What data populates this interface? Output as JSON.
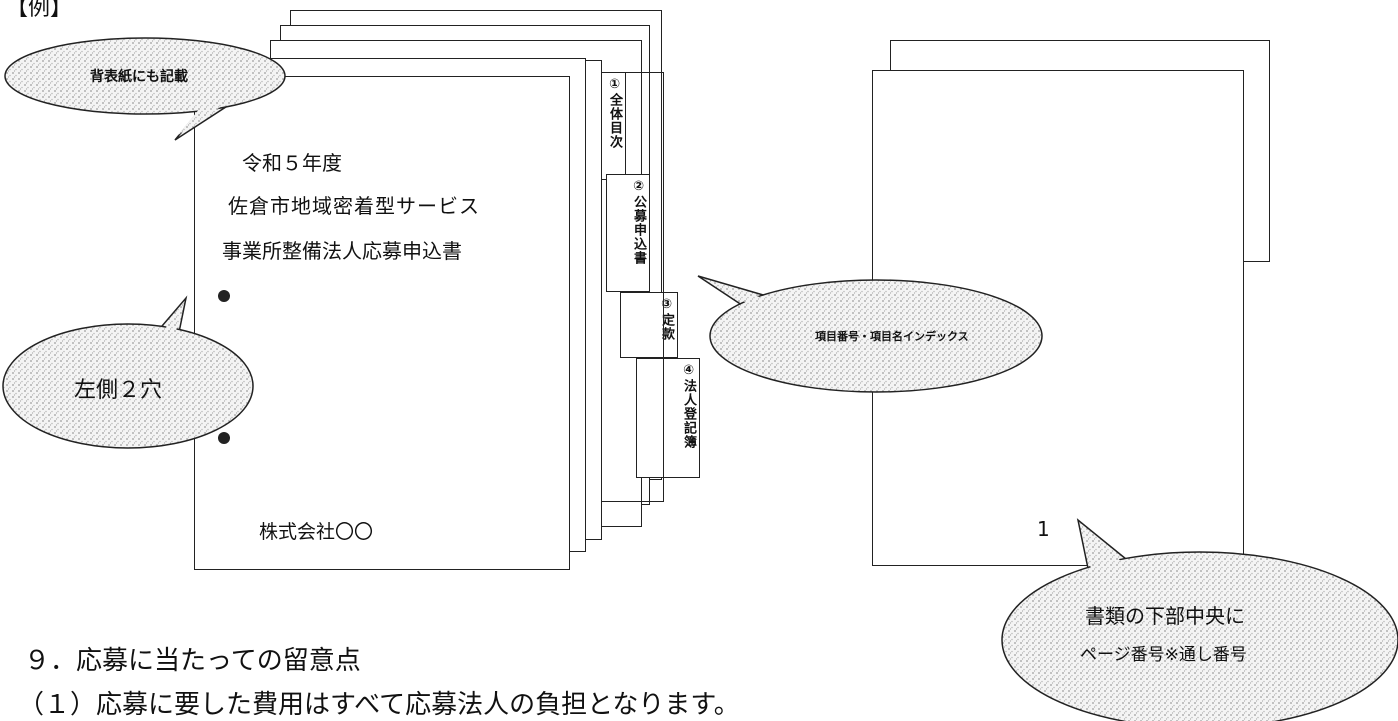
{
  "header": {
    "example_label": "【例】"
  },
  "binder": {
    "cover": {
      "year": "令和５年度",
      "title_line1": "佐倉市地域密着型サービス",
      "title_line2": "事業所整備法人応募申込書",
      "company": "株式会社〇〇"
    },
    "tabs": [
      {
        "number": "①",
        "label": "全体目次"
      },
      {
        "number": "②",
        "label": "公募申込書"
      },
      {
        "number": "③",
        "label": "定款"
      },
      {
        "number": "④",
        "label": "法人登記簿"
      }
    ]
  },
  "callouts": {
    "spine": "背表紙にも記載",
    "holes": "左側２穴",
    "index": "項目番号・項目名インデックス",
    "page_number_line1": "書類の下部中央に",
    "page_number_line2": "ページ番号※通し番号"
  },
  "page_document": {
    "page_number": "1"
  },
  "section": {
    "heading": "９．応募に当たっての留意点",
    "item1": "（１）応募に要した費用はすべて応募法人の負担となります。"
  }
}
